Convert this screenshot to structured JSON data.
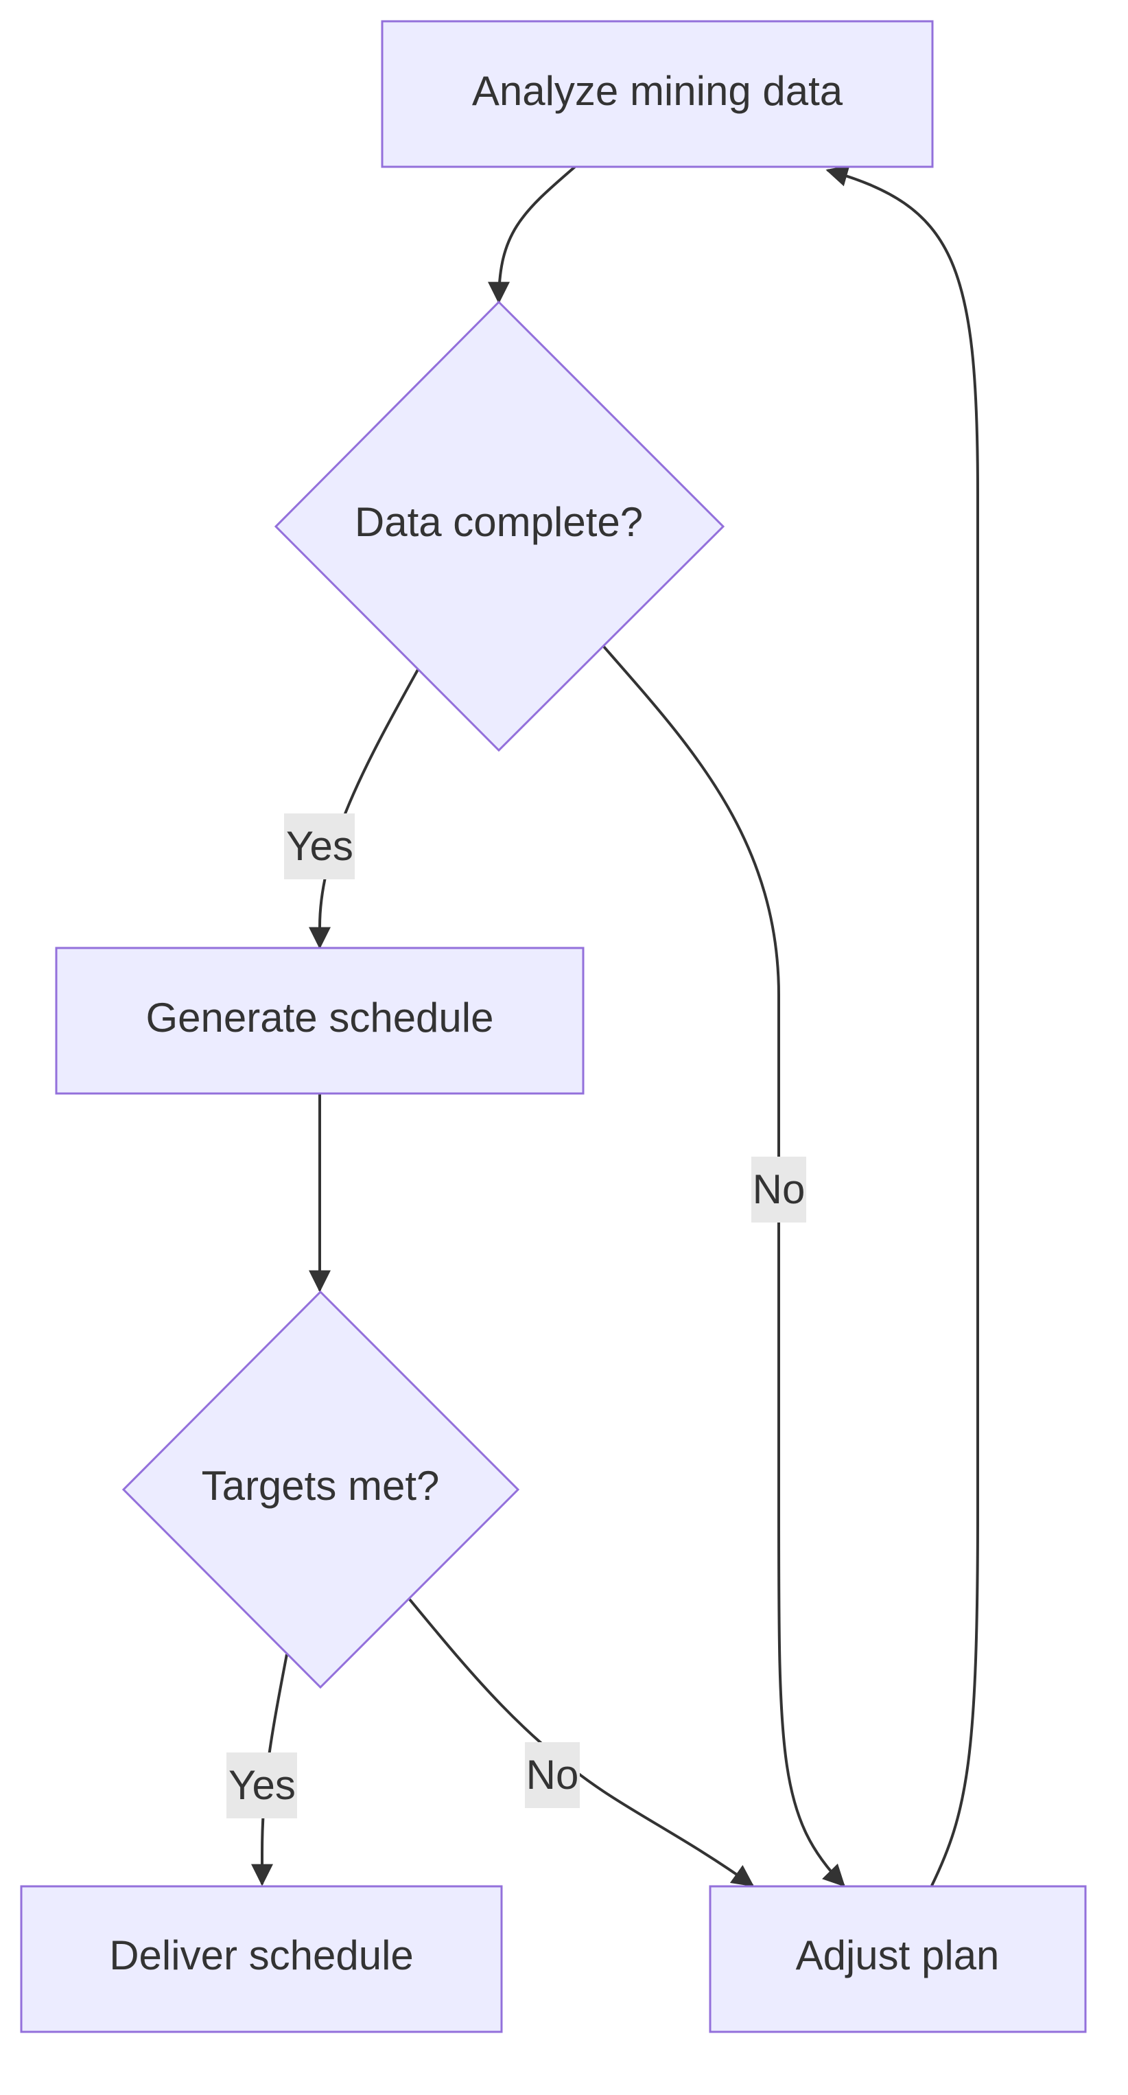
{
  "nodes": {
    "analyze": {
      "label": "Analyze mining data"
    },
    "data_complete": {
      "label": "Data complete?"
    },
    "generate": {
      "label": "Generate schedule"
    },
    "targets_met": {
      "label": "Targets met?"
    },
    "deliver": {
      "label": "Deliver schedule"
    },
    "adjust": {
      "label": "Adjust plan"
    }
  },
  "edges": {
    "data_complete_yes": {
      "label": "Yes"
    },
    "data_complete_no": {
      "label": "No"
    },
    "targets_met_yes": {
      "label": "Yes"
    },
    "targets_met_no": {
      "label": "No"
    }
  },
  "colors": {
    "node_fill": "#ececff",
    "node_stroke": "#9370db",
    "edge": "#333333",
    "label_bg": "#e8e8e8"
  }
}
